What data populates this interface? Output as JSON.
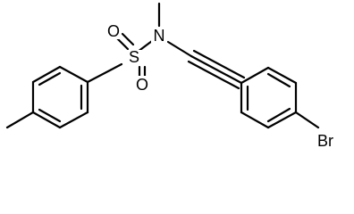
{
  "molecule": {
    "atoms": {
      "oxygen_top": "O",
      "oxygen_bottom": "O",
      "sulfur": "S",
      "nitrogen": "N",
      "bromine": "Br"
    }
  }
}
